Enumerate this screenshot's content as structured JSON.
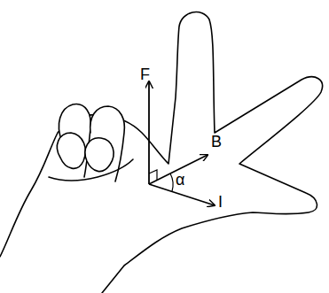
{
  "diagram": {
    "labels": [
      "F",
      "B",
      "I",
      "α"
    ]
  }
}
